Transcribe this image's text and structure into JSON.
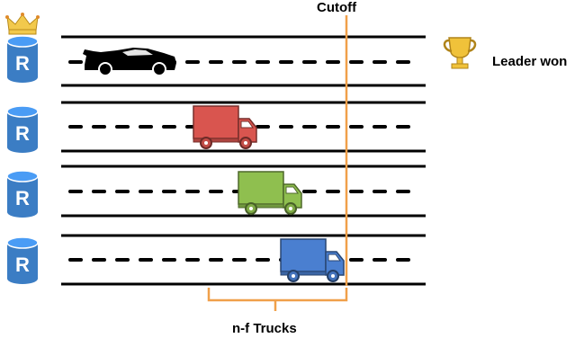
{
  "labels": {
    "cutoff": "Cutoff",
    "leader_won": "Leader won",
    "n_f_trucks": "n-f Trucks"
  },
  "replicas": [
    {
      "letter": "R",
      "crowned": true
    },
    {
      "letter": "R",
      "crowned": false
    },
    {
      "letter": "R",
      "crowned": false
    },
    {
      "letter": "R",
      "crowned": false
    }
  ],
  "vehicles": [
    {
      "kind": "race-car",
      "color": "#000000"
    },
    {
      "kind": "truck",
      "color": "#d9554f"
    },
    {
      "kind": "truck",
      "color": "#8fbf4f"
    },
    {
      "kind": "truck",
      "color": "#4a7fd0"
    }
  ],
  "colors": {
    "replica_fill": "#3b7dc4",
    "crown": "#f2c94c",
    "trophy": "#f0c23a",
    "cutoff_line": "#f0a04a",
    "bracket": "#f0a04a",
    "road_line": "#000000"
  },
  "icons": {
    "replica": "database-cylinder-icon",
    "crown": "crown-icon",
    "trophy": "trophy-icon",
    "race_car": "race-car-icon",
    "truck": "truck-icon"
  }
}
